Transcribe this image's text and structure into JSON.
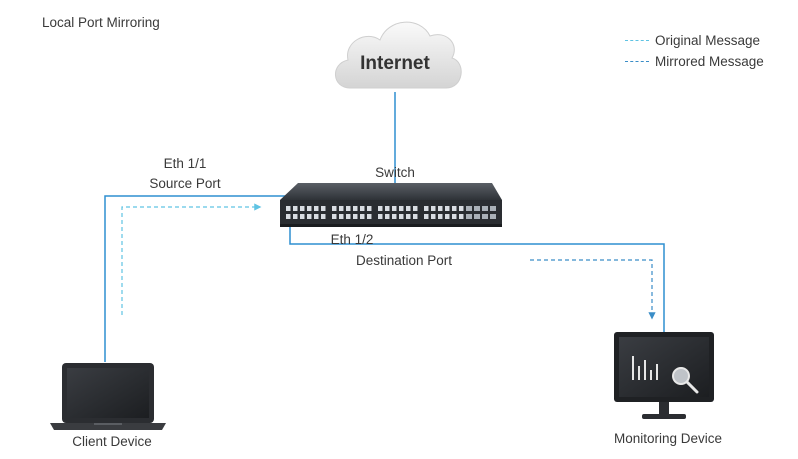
{
  "title": "Local Port Mirroring",
  "legend": {
    "original": "Original Message",
    "mirrored": "Mirrored Message"
  },
  "cloud": {
    "label": "Internet"
  },
  "switch": {
    "label": "Switch"
  },
  "ports": {
    "source_name": "Eth 1/1",
    "source_role": "Source Port",
    "dest_name": "Eth 1/2",
    "dest_role": "Destination Port"
  },
  "devices": {
    "client": "Client Device",
    "monitor": "Monitoring Device"
  },
  "colors": {
    "link": "#2f8fd1",
    "original": "#5fc3e3",
    "mirrored": "#3a8dc7",
    "switch_body": "#3b3f45",
    "cloud": "#e6e6e6"
  }
}
